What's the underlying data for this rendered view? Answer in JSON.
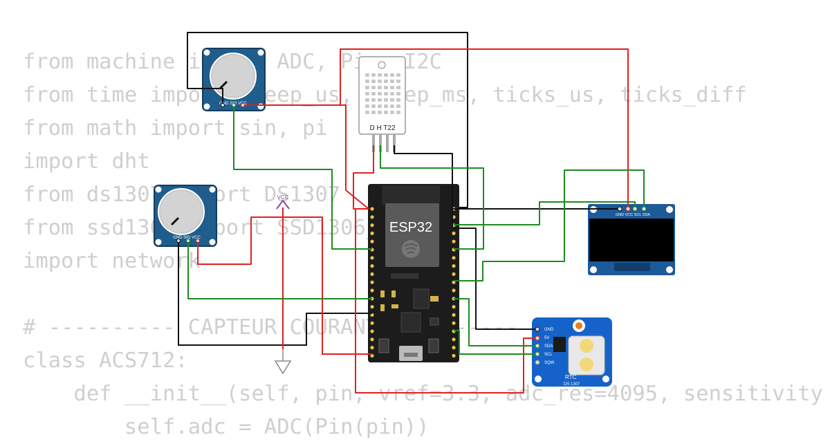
{
  "code_lines": [
    "from machine import ADC, Pin, I2C",
    "from time import sleep_us, sleep_ms, ticks_us, ticks_diff",
    "from math import sin, pi",
    "import dht",
    "from ds1307 import DS1307",
    "from ssd1306 import SSD1306_I2C",
    "import network",
    "",
    "# ---------- CAPTEUR COURANT ----------",
    "class ACS712:",
    "    def __init__(self, pin, vref=3.3, adc_res=4095, sensitivity",
    "        self.adc = ADC(Pin(pin))"
  ],
  "components": {
    "esp32_label": "ESP32",
    "dht_label": "D H T22",
    "pot_pins": "GND SIG VCC",
    "oled_pins": "GND VCC SCL SDA",
    "rtc_label": "RTC",
    "rtc_chip": "DS 1307",
    "rtc_pins": [
      "GND",
      "5V",
      "SDA",
      "SCL",
      "SQW"
    ],
    "vcc_label": "VCC"
  },
  "colors": {
    "wire_red": "#e02020",
    "wire_black": "#111111",
    "wire_green": "#1e8a1e",
    "module_blue": "#1d5a8a",
    "vcc_purple": "#8e44ad",
    "gnd_gray": "#888888"
  }
}
